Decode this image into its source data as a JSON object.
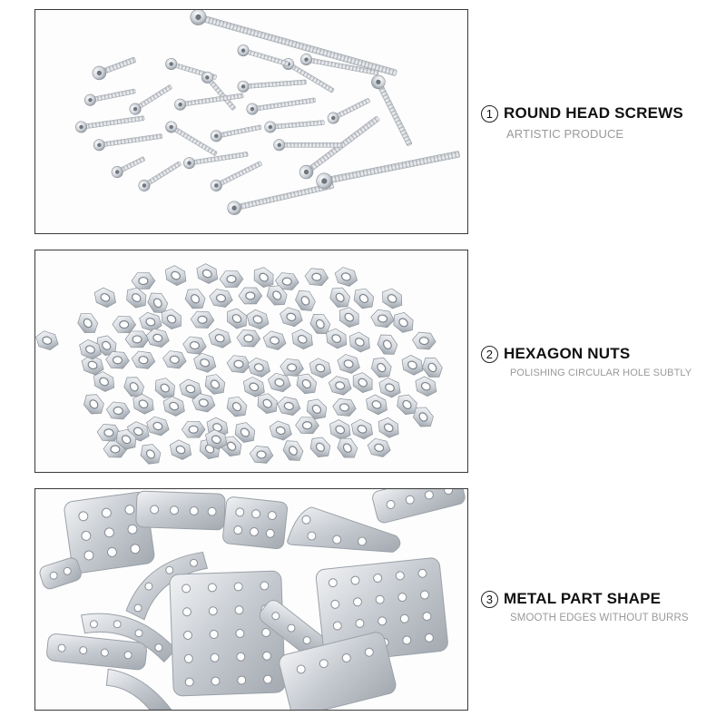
{
  "sections": [
    {
      "number": "1",
      "title": "ROUND HEAD SCREWS",
      "subtitle": "ARTISTIC PRODUCE",
      "image_subject": "round-head-screws"
    },
    {
      "number": "2",
      "title": "HEXAGON NUTS",
      "subtitle": "POLISHING CIRCULAR HOLE SUBTLY",
      "image_subject": "hexagon-nuts"
    },
    {
      "number": "3",
      "title": "METAL PART SHAPE",
      "subtitle": "SMOOTH EDGES WITHOUT BURRS",
      "image_subject": "metal-plates"
    }
  ],
  "colors": {
    "border": "#3a3a3a",
    "title": "#111111",
    "subtitle": "#9a9a9a",
    "metal_light": "#eef0f2",
    "metal_mid": "#c9ced4",
    "metal_dark": "#8c939b"
  }
}
